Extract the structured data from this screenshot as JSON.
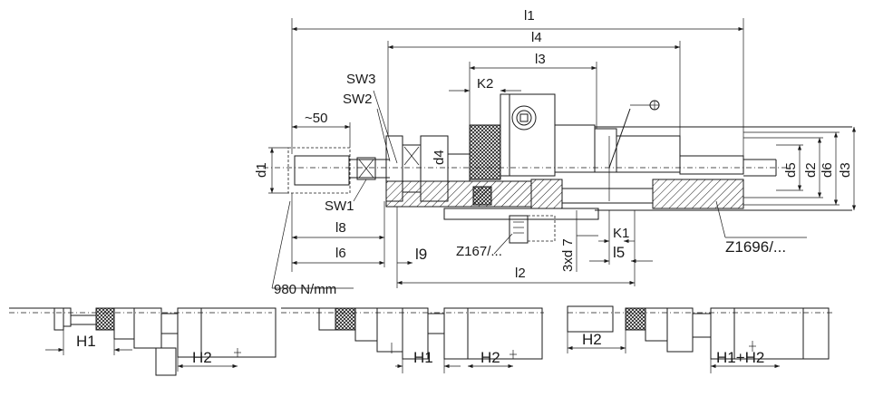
{
  "dimensions": {
    "l1": "l1",
    "l2": "l2",
    "l3": "l3",
    "l4": "l4",
    "l5": "l5",
    "l6": "l6",
    "l8": "l8",
    "l9": "l9",
    "k1": "K1",
    "k2": "K2",
    "d1": "d1",
    "d2": "d2",
    "d3": "d3",
    "d4": "d4",
    "d5": "d5",
    "d6": "d6",
    "approx50": "~50",
    "hole_spec": "3xd 7"
  },
  "wrench_sizes": {
    "sw1": "SW1",
    "sw2": "SW2",
    "sw3": "SW3"
  },
  "parts": {
    "z167": "Z167/...",
    "z1696": "Z1696/..."
  },
  "torque": "980 N/mm",
  "variants": {
    "v1_h1": "H1",
    "v1_h2": "H2",
    "v2_h1": "H1",
    "v2_h2": "H2",
    "v3_h2": "H2",
    "v3_h1h2": "H1+H2"
  }
}
